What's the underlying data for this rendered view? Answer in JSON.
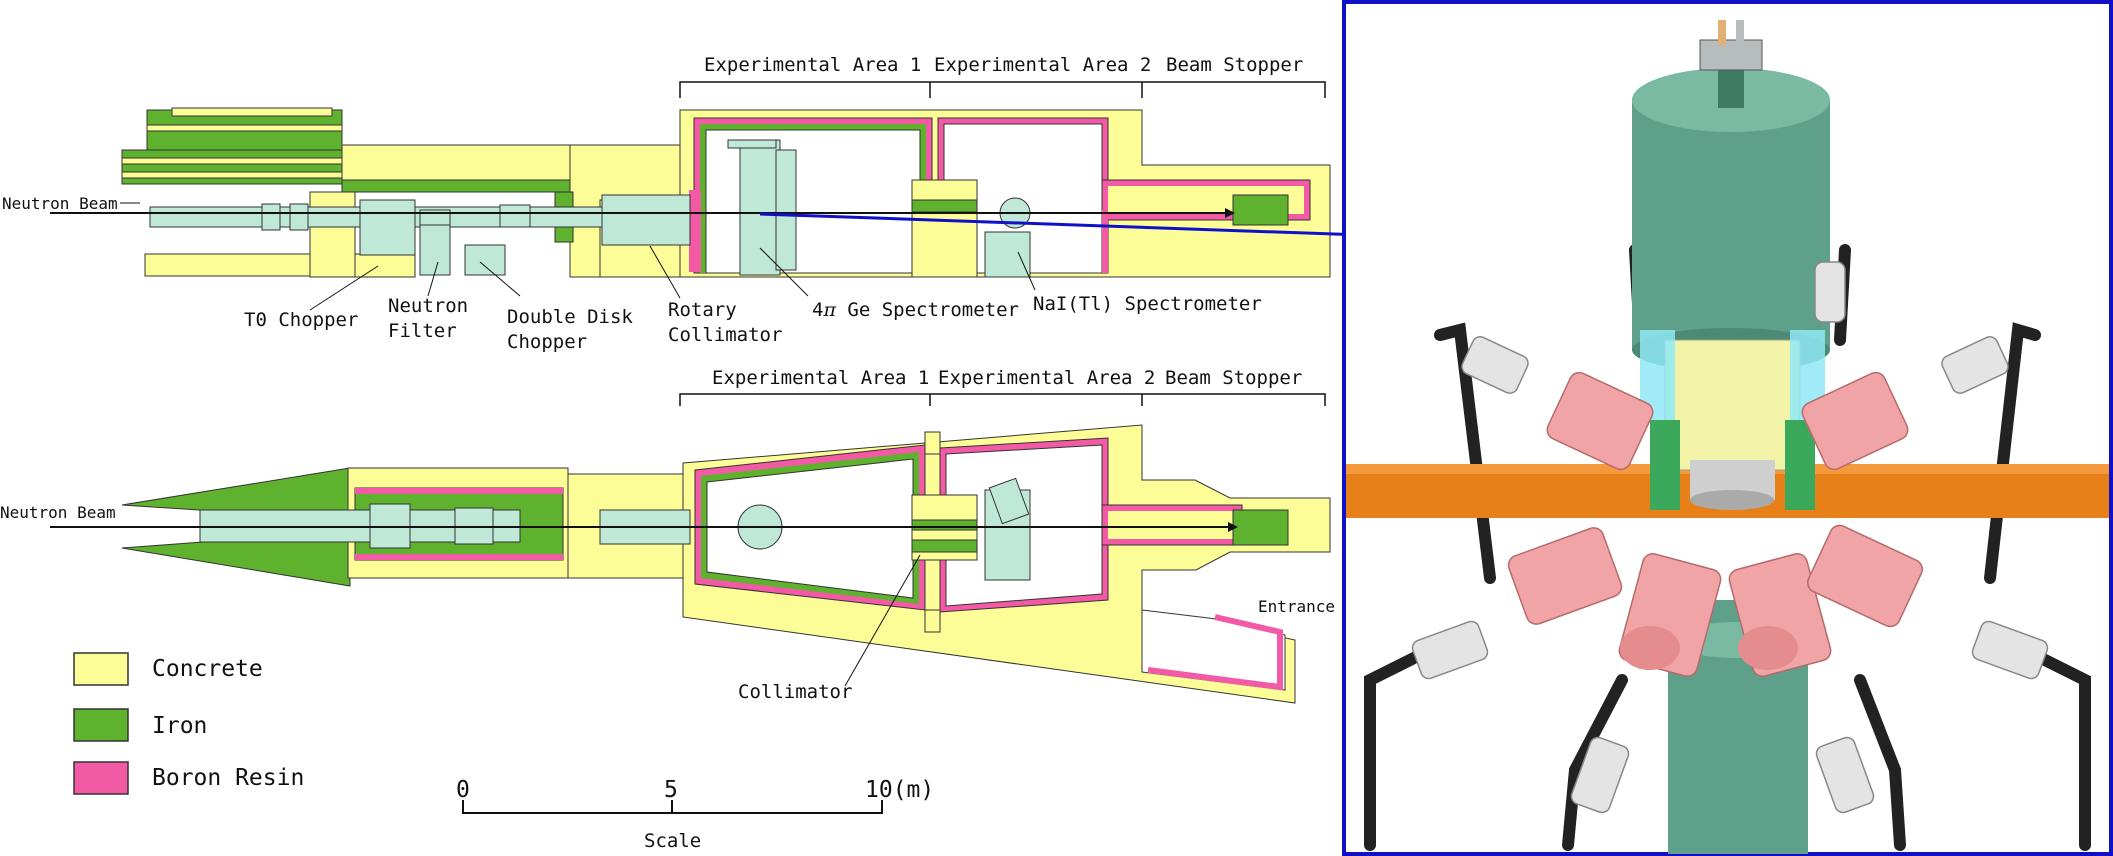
{
  "top_view": {
    "beam_label": "Neutron Beam",
    "area1": "Experimental Area 1",
    "area2": "Experimental Area 2",
    "stopper": "Beam Stopper",
    "callouts": {
      "t0_chopper": "T0 Chopper",
      "neutron_filter_1": "Neutron",
      "neutron_filter_2": "Filter",
      "double_disk_1": "Double Disk",
      "double_disk_2": "Chopper",
      "rotary_1": "Rotary",
      "rotary_2": "Collimator",
      "ge_prefix": "4",
      "ge_pi": "π",
      "ge_suffix": " Ge Spectrometer",
      "nai": "NaI(Tl) Spectrometer"
    }
  },
  "plan_view": {
    "beam_label": "Neutron Beam",
    "area1": "Experimental Area 1",
    "area2": "Experimental Area 2",
    "stopper": "Beam Stopper",
    "entrance": "Entrance",
    "collimator": "Collimator"
  },
  "legend": [
    {
      "label": "Concrete",
      "color": "#fdfd98"
    },
    {
      "label": "Iron",
      "color": "#5fb22e"
    },
    {
      "label": "Boron Resin",
      "color": "#f25aa6"
    }
  ],
  "scale": {
    "ticks": [
      "0",
      "5",
      "10(m)"
    ],
    "label": "Scale"
  },
  "colors": {
    "concrete": "#fdfd98",
    "iron": "#5fb22e",
    "boron": "#f25aa6",
    "equipment": "#bfe8d6",
    "detector_teal": "#5fa08a",
    "bgo_pink": "#f0a4a6",
    "beam_pipe_orange": "#e8801a",
    "frame_blue": "#1010c8"
  }
}
